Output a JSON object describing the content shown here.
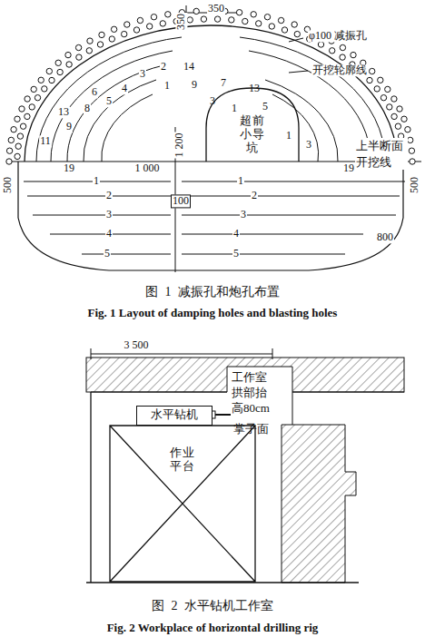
{
  "diagram": {
    "nodes": [
      {
        "text": [
          "超前小导坑"
        ]
      },
      {
        "text": [
          "水平钻机"
        ]
      },
      {
        "text": [
          "作业平台"
        ]
      }
    ],
    "labels": [
      "350",
      "350",
      "φ100 减振孔",
      "开挖轮廓线",
      "6",
      "4",
      "3",
      "2",
      "14",
      "1",
      "9",
      "7",
      "3",
      "13",
      "1",
      "5",
      "13",
      "8",
      "5",
      "9",
      "11",
      "3",
      "1",
      "19",
      "1 000",
      "1 200",
      "19",
      "上半断面开挖线",
      "500",
      "500",
      "100",
      "1",
      "1",
      "2",
      "2",
      "3",
      "3",
      "4",
      "4",
      "800",
      "5",
      "5",
      "图 1 减振孔和炮孔布置",
      "Fig. 1 Layout of damping holes and blasting holes",
      "3 500",
      "工作室拱部抬高80cm",
      "掌子面",
      "图 2 水平钻机工作室",
      "Fig. 2 Workplace of horizontal drilling rig"
    ]
  }
}
